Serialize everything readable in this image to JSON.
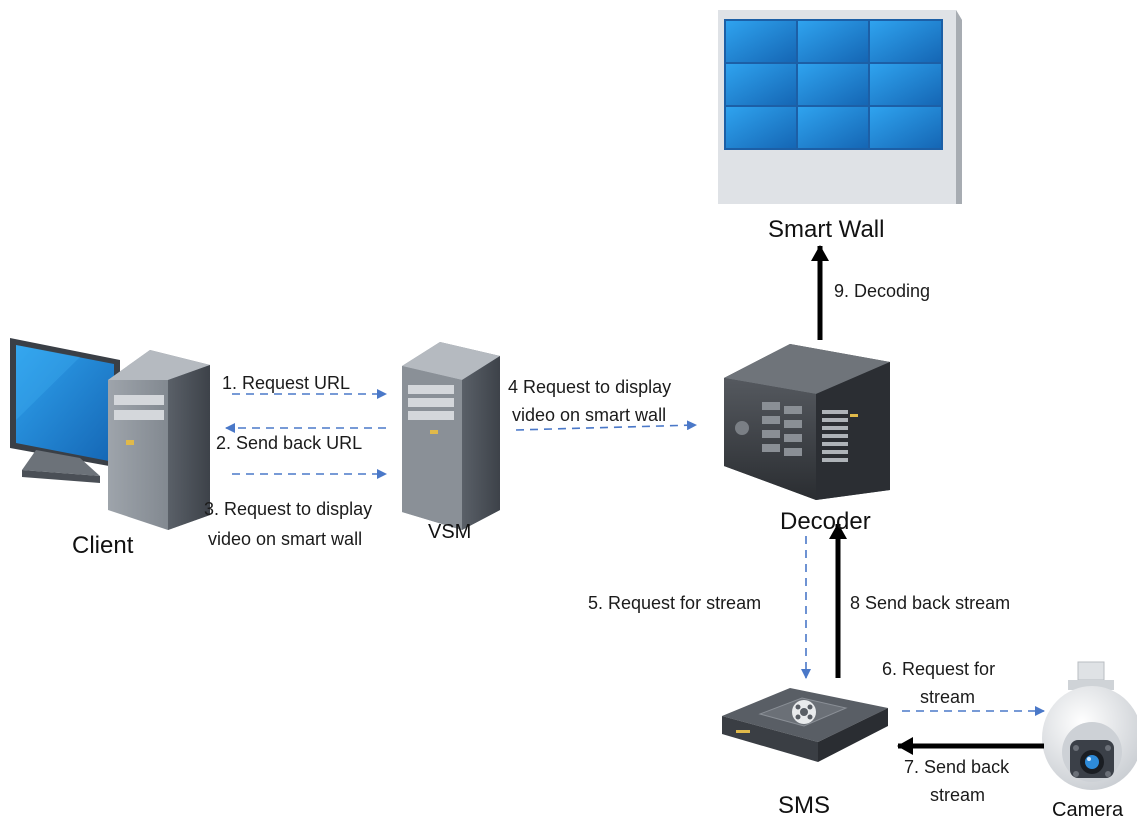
{
  "nodes": {
    "smart_wall": "Smart Wall",
    "client": "Client",
    "vsm": "VSM",
    "decoder": "Decoder",
    "sms": "SMS",
    "camera": "Camera"
  },
  "steps": {
    "s1": "1. Request URL",
    "s2": "2. Send back URL",
    "s3_line1": "3. Request to display",
    "s3_line2": "video on smart wall",
    "s4_line1": "4  Request to display",
    "s4_line2": "video on smart wall",
    "s5": "5. Request for stream",
    "s6_line1": "6. Request for",
    "s6_line2": "stream",
    "s7_line1": "7. Send back",
    "s7_line2": "stream",
    "s8": "8 Send back stream",
    "s9": "9. Decoding"
  },
  "colors": {
    "request_arrow": "#4a78c8",
    "response_arrow": "#000000",
    "screen_blue": "#1e88d8"
  },
  "icons": {
    "client": "desktop-computer-icon",
    "vsm": "tower-server-icon",
    "smart_wall": "video-wall-icon",
    "decoder": "rack-decoder-icon",
    "sms": "media-server-icon",
    "camera": "ptz-dome-camera-icon"
  }
}
